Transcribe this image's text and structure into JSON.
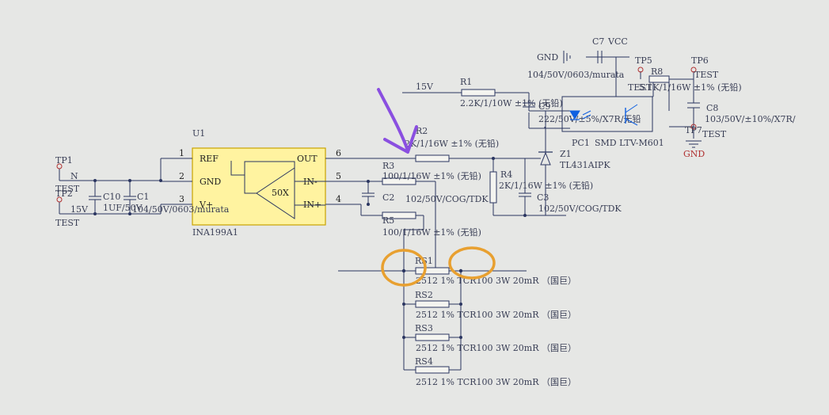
{
  "colors": {
    "background": "#e6e7e5",
    "wire": "#2a3560",
    "chip_fill": "#fff3a0",
    "chip_border": "#c9a300",
    "net_red": "#b03030",
    "annotation_purple": "#8a4fe0",
    "annotation_orange": "#e8a030",
    "optocoupler_blue": "#1060e0"
  },
  "u1": {
    "designator": "U1",
    "part": "INA199A1",
    "pin_ref": "REF",
    "pin_gnd": "GND",
    "pin_vplus": "V+",
    "pin_out": "OUT",
    "pin_inm": "IN-",
    "pin_inp": "IN+",
    "gain": "50X",
    "pin1": "1",
    "pin2": "2",
    "pin3": "3",
    "pin4": "4",
    "pin5": "5",
    "pin6": "6"
  },
  "tp1": {
    "des": "TP1",
    "net": "N",
    "type": "TEST"
  },
  "tp2": {
    "des": "TP2",
    "net": "15V",
    "type": "TEST"
  },
  "c10": {
    "des": "C10",
    "value": "1UF/50V"
  },
  "c1": {
    "des": "C1",
    "value": "104/50V/0603/murata"
  },
  "c2": {
    "des": "C2",
    "value": "102/50V/COG/TDK"
  },
  "c3": {
    "des": "C3",
    "value": "102/50V/COG/TDK"
  },
  "c7": {
    "des": "C7",
    "net": "VCC",
    "gnd": "GND",
    "value": "104/50V/0603/murata"
  },
  "c8": {
    "des": "C8",
    "value": "103/50V/±10%/X7R/"
  },
  "c9": {
    "des": "C9",
    "value": "222/50V/±5%/X7R/无铅"
  },
  "r1": {
    "des": "R1",
    "net": "15V",
    "value": "2.2K/1/10W ±1% (无铅)"
  },
  "r2": {
    "des": "R2",
    "value": "2K/1/16W  ±1% (无铅)"
  },
  "r3": {
    "des": "R3",
    "value": "100/1/16W ±1% (无铅)"
  },
  "r4": {
    "des": "R4",
    "value": "2K/1/16W  ±1% (无铅)"
  },
  "r5": {
    "des": "R5",
    "value": "100/1/16W ±1% (无铅)"
  },
  "r8": {
    "des": "R8",
    "value": "5.1K/1/16W ±1% (无铅)"
  },
  "tp5": {
    "des": "TP5",
    "type": "TEST"
  },
  "tp6": {
    "des": "TP6",
    "type": "TEST"
  },
  "tp7": {
    "des": "TP7",
    "type": "TEST",
    "gnd": "GND"
  },
  "pc1": {
    "des": "PC1",
    "part": "SMD LTV-M601"
  },
  "z1": {
    "des": "Z1",
    "part": "TL431AIPK"
  },
  "shunts": [
    {
      "des": "RS1",
      "value": "2512 1% TCR100 3W 20mR （国巨）"
    },
    {
      "des": "RS2",
      "value": "2512 1% TCR100 3W 20mR （国巨）"
    },
    {
      "des": "RS3",
      "value": "2512 1% TCR100 3W 20mR （国巨）"
    },
    {
      "des": "RS4",
      "value": "2512 1% TCR100 3W 20mR （国巨）"
    }
  ]
}
